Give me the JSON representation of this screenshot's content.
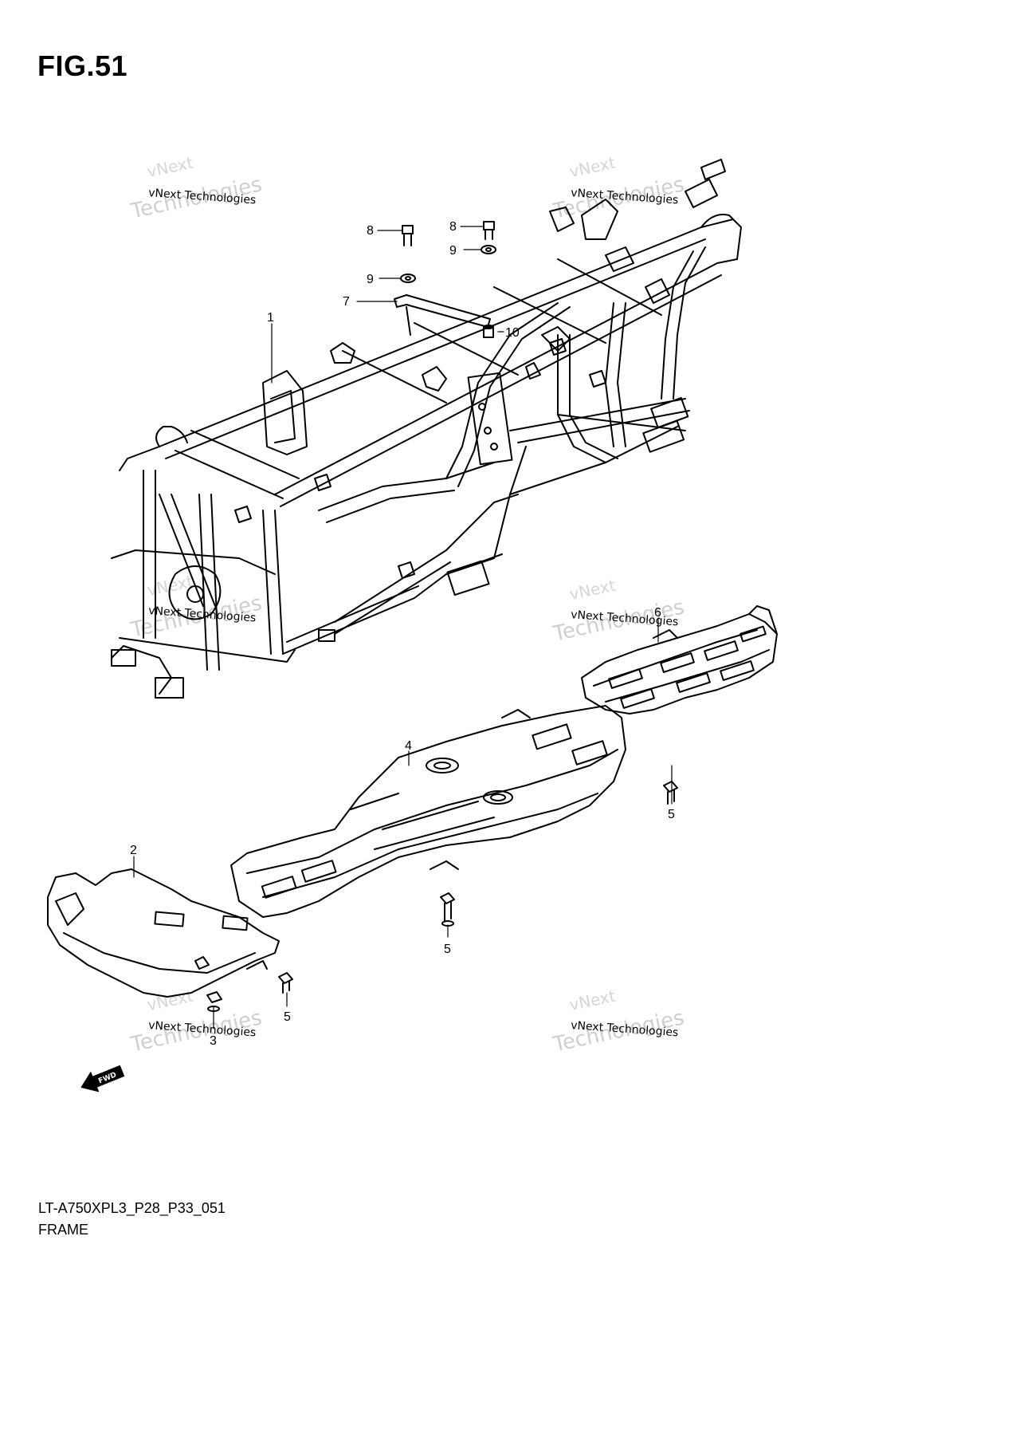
{
  "figure": {
    "title": "FIG.51"
  },
  "callouts": [
    {
      "id": "c1",
      "text": "1"
    },
    {
      "id": "c2",
      "text": "2"
    },
    {
      "id": "c3",
      "text": "3"
    },
    {
      "id": "c4",
      "text": "4"
    },
    {
      "id": "c5a",
      "text": "5"
    },
    {
      "id": "c5b",
      "text": "5"
    },
    {
      "id": "c5c",
      "text": "5"
    },
    {
      "id": "c6",
      "text": "6"
    },
    {
      "id": "c7",
      "text": "7"
    },
    {
      "id": "c8a",
      "text": "8"
    },
    {
      "id": "c8b",
      "text": "8"
    },
    {
      "id": "c9a",
      "text": "9"
    },
    {
      "id": "c9b",
      "text": "9"
    },
    {
      "id": "c10",
      "text": "10"
    }
  ],
  "watermark": {
    "line1": "vNext Technologies",
    "line2": "Technologies",
    "line3": "vNext"
  },
  "fwd_label": "FWD",
  "footer": {
    "code": "LT-A750XPL3_P28_P33_051",
    "name": "FRAME"
  }
}
